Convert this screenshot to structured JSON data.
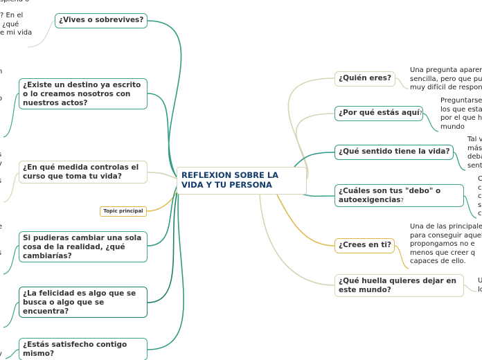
{
  "center_topic": "REFLEXION SOBRE LA\nVIDA Y TU PERSONA",
  "floating_topic": "Topic principal",
  "left_nodes": [
    {
      "label": "¿Vives o sobrevives?",
      "color": "#3fa38d"
    },
    {
      "label": "¿Existe un destino ya escrito\no lo creamos nosotros con\nnuestros actos?",
      "color": "#3fa38d"
    },
    {
      "label": "¿En qué medida controlas el\ncurso que toma tu vida?",
      "color": "#d8d3b4"
    },
    {
      "label": "Si pudieras cambiar una sola\ncosa de la realidad, ¿qué\ncambiarías?",
      "color": "#3fa38d"
    },
    {
      "label": "¿La felicidad es algo que se\nbusca o algo que se\nencuentra?",
      "color": "#1f7f6b"
    },
    {
      "label": "¿Estás satisfecho contigo\nmismo?",
      "color": "#3fa38d"
    }
  ],
  "right_nodes": [
    {
      "label": "¿Quién eres?",
      "color": "#d8d3b4"
    },
    {
      "label": "¿Por qué estás aquí",
      "suffix": "?",
      "color": "#3fa38d"
    },
    {
      "label": "¿Qué sentido tiene la vida?",
      "color": "#2b9a84"
    },
    {
      "label": "¿Cuáles son tus \"debo\" o\nautoexigencias",
      "suffix": "?",
      "color": "#3fa38d"
    },
    {
      "label": "¿Crees en ti?",
      "color": "#e0b84a"
    },
    {
      "label": "¿Qué huella quieres dejar en\neste mundo?",
      "color": "#d8d3b4"
    }
  ],
  "left_notes": [
    "splena o",
    "? En el\n ¿qué\ne mi vida",
    "n",
    "o",
    "s\ny",
    "s",
    "e",
    "s",
    "y"
  ],
  "right_notes": [
    "Una pregunta aparentemente\nsencilla, pero que puede ser\nmuy difícil de responder.",
    "Preguntarse\nlos que esta\npor el que h\nmundo",
    "Tal v\nmás\ndeba\nsent",
    "C\nc\nc\ns\nc",
    "Una de las principales\npara conseguir aquel\npropongamos no e\nmenos que creer q\ncapaces de ello.",
    "U\nlo"
  ]
}
